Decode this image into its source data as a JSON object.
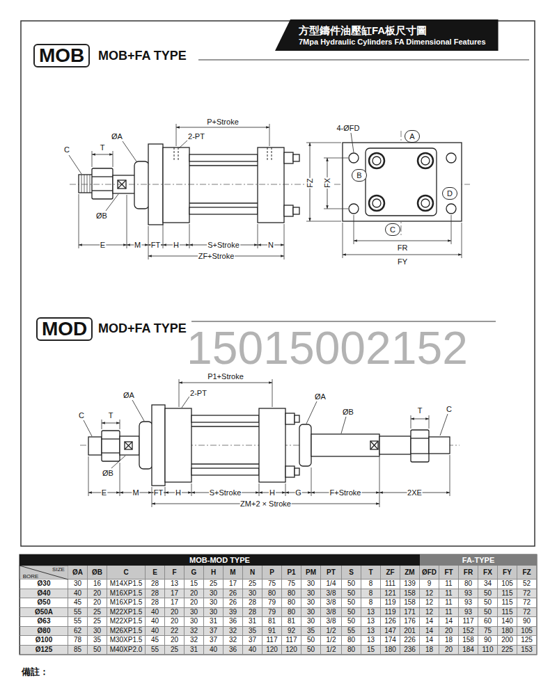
{
  "diagram": {
    "nodes": [
      {
        "text": [
          "方型鑄件油壓缸FA板尺寸圖",
          "7Mpa Hydraulic Cylinders FA Dimensional Features"
        ]
      },
      {
        "text": [
          "MOB"
        ]
      },
      {
        "text": [
          "MOD"
        ]
      },
      {
        "text": [
          "A"
        ]
      },
      {
        "text": [
          "B"
        ]
      },
      {
        "text": [
          "D"
        ]
      },
      {
        "text": [
          "C"
        ]
      },
      {
        "text": [
          "MOB-MOD TYPE"
        ]
      },
      {
        "text": [
          "FA-TYPE"
        ],
        "in": 7
      }
    ],
    "labels": [
      "MOB+FA TYPE",
      "MOD+FA TYPE",
      "15015002152",
      "C",
      "T",
      "ØA",
      "ØB",
      "P+Stroke",
      "2-PT",
      "E",
      "M",
      "FT",
      "H",
      "S+Stroke",
      "N",
      "ZF+Stroke",
      "4-ØFD",
      "FZ",
      "FX",
      "FR",
      "FY",
      "P1+Stroke",
      "2-PT",
      "ØA",
      "ØA",
      "C",
      "T",
      "ØB",
      "ØB",
      "T",
      "C",
      "E",
      "M",
      "FT",
      "H",
      "S+Stroke",
      "H",
      "G",
      "F+Stroke",
      "2XE",
      "ZM+2 × Stroke",
      "SIZE",
      "BORE",
      "ØA",
      "ØB",
      "C",
      "E",
      "F",
      "G",
      "H",
      "M",
      "N",
      "P",
      "P1",
      "PM",
      "PT",
      "S",
      "T",
      "ZF",
      "ZM",
      "ØFD",
      "FT",
      "FR",
      "FX",
      "FY",
      "FZ",
      "Ø30",
      "30",
      "16",
      "M14XP1.5",
      "28",
      "13",
      "15",
      "25",
      "17",
      "25",
      "75",
      "75",
      "30",
      "1/4",
      "50",
      "8",
      "111",
      "139",
      "9",
      "11",
      "80",
      "34",
      "105",
      "52",
      "Ø40",
      "40",
      "20",
      "M16XP1.5",
      "28",
      "17",
      "20",
      "30",
      "26",
      "30",
      "80",
      "80",
      "30",
      "3/8",
      "50",
      "8",
      "121",
      "158",
      "12",
      "11",
      "93",
      "50",
      "115",
      "72",
      "Ø50",
      "45",
      "20",
      "M16XP1.5",
      "28",
      "17",
      "20",
      "30",
      "26",
      "28",
      "79",
      "80",
      "30",
      "3/8",
      "50",
      "8",
      "119",
      "158",
      "12",
      "11",
      "93",
      "50",
      "115",
      "72",
      "Ø50A",
      "55",
      "25",
      "M22XP1.5",
      "40",
      "20",
      "30",
      "30",
      "39",
      "28",
      "79",
      "80",
      "30",
      "3/8",
      "50",
      "13",
      "119",
      "171",
      "12",
      "11",
      "93",
      "50",
      "115",
      "72",
      "Ø63",
      "55",
      "25",
      "M22XP1.5",
      "40",
      "20",
      "30",
      "31",
      "36",
      "31",
      "81",
      "81",
      "30",
      "3/8",
      "50",
      "13",
      "126",
      "176",
      "14",
      "14",
      "117",
      "60",
      "140",
      "90",
      "Ø80",
      "62",
      "30",
      "M26XP1.5",
      "40",
      "22",
      "32",
      "37",
      "32",
      "35",
      "91",
      "92",
      "35",
      "1/2",
      "55",
      "13",
      "147",
      "201",
      "14",
      "20",
      "152",
      "75",
      "180",
      "105",
      "Ø100",
      "78",
      "35",
      "M30XP1.5",
      "45",
      "20",
      "32",
      "37",
      "32",
      "37",
      "117",
      "117",
      "50",
      "1/2",
      "80",
      "13",
      "174",
      "226",
      "14",
      "18",
      "158",
      "90",
      "200",
      "125",
      "Ø125",
      "85",
      "50",
      "M40XP2.0",
      "55",
      "25",
      "31",
      "40",
      "36",
      "40",
      "120",
      "120",
      "50",
      "1/2",
      "80",
      "15",
      "180",
      "236",
      "18",
      "20",
      "184",
      "110",
      "225",
      "153",
      "備註："
    ]
  }
}
